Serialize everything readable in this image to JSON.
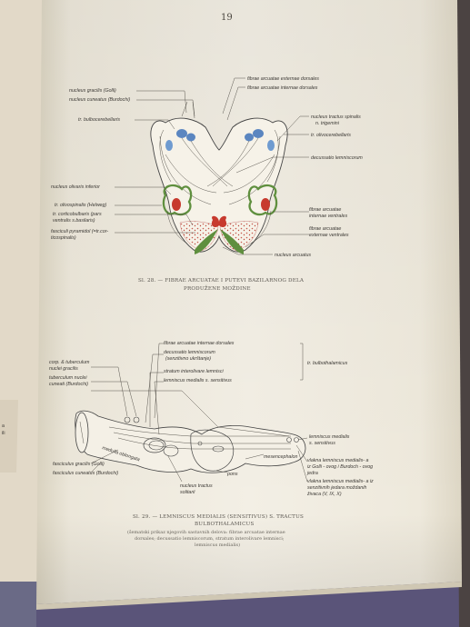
{
  "page_number": "19",
  "figure_top": {
    "labels": {
      "nucleus_gracilis": "nucleus gracilis (Golli)",
      "nucleus_cuneatus": "nucleus cuneatus (Burdochi)",
      "tr_bulbocerebellaris": "tr. bulbocerebellaris",
      "nucleus_olivaris_inferior": "nucleus olivaris inferior",
      "tr_olivospinalis": "tr. olivospinalis (Helweg)",
      "tr_corticobulbaris_1": "tr. corticobulbaris (pars",
      "tr_corticobulbaris_2": "ventralis s.basilaris)",
      "fasciculi_pyramidal_1": "fasciculi pyramidol (=tr.cor-",
      "fasciculi_pyramidal_2": "ticospinalis)",
      "fibrae_ext_dorsales": "fibrae arcuatae externae dorsales",
      "fibrae_int_dorsales": "fibrae arcuatae internae dorsales",
      "nucleus_tractus_spinalis_1": "nucleus tractus spinalis",
      "nucleus_tractus_spinalis_2": "n. trigemini",
      "tr_olivocerebellaris": "tr. olivocerebellaris",
      "decussatio_lemniscorum": "decussatio lemniscorum",
      "fibrae_int_ventrales_1": "fibrae arcuatae",
      "fibrae_int_ventrales_2": "internae ventrales",
      "fibrae_ext_ventrales_1": "fibrae arcuatae",
      "fibrae_ext_ventrales_2": "externae ventrales",
      "nucleus_arcuatus": "nucleus arcuatus"
    },
    "caption_line1": "Sl. 28. — FIBRAE ARCUATAE I PUTEVI BAZILARNOG DELA",
    "caption_line2": "PRODUŽENE MOŽDINE"
  },
  "figure_bottom": {
    "labels": {
      "fibrae_int_dorsales": "fibrae arcuatae internae dorsales",
      "decussatio_1": "decussatio lemniscorum",
      "decussatio_2": "(senzitivno ukrštanje)",
      "stratum": "stratum interolivare lemnisci",
      "lemniscus_medialis": "lemniscus medialis s. sensitivus",
      "tr_bulbothalamicus": "tr. bulbothalamicus",
      "corp_1": "corp. & tuberculum",
      "corp_2": "nuclei gracilis",
      "tuberculum_1": "tuberculum nuclei",
      "tuberculum_2": "cuneati (Burdochi)",
      "medulla_oblongata": "medulla oblongata",
      "fasciculus_gracilis": "fasciculus gracilis (Golli)",
      "fasciculus_cuneatus": "fasciculus cuneatus (Burdochi)",
      "pons": "pons",
      "nucleus_tractus_1": "nucleus tractus",
      "nucleus_tractus_2": "solitarii",
      "mesencephalon": "mesencephalon",
      "lemniscus_medialis_right_1": "lemniscus medialis",
      "lemniscus_medialis_right_2": "s. sensitivus",
      "vlakna_1": "vlakna lemniscus medialis- a",
      "vlakna_2": "iz Golli - ovog i Burdoch - ovog",
      "vlakna_3": "jedra",
      "vlakna_4": "vlakna lemniscus medialis- a iz",
      "vlakna_5": "senzitivnih jedara moždanih",
      "vlakna_6": "živaca (V, IX, X)"
    },
    "caption_line1": "Sl. 29. — LEMNISCUS MEDIALIS (SENSITIVUS) S. TRACTUS",
    "caption_line2": "BULBOTHALAMICUS",
    "caption_line3": "(šematski prikaz njegovih sastavnih delova: fibrae arcuatae internae",
    "caption_line4": "dorsales; decussatio lemniscorum, stratum interolivare lemnisci;",
    "caption_line5": "lemniscus medialis)"
  },
  "colors": {
    "page": "#f1ede3",
    "blue_nucleus": "#5b86c0",
    "red_nucleus": "#c73a2e",
    "green_olive": "#5f8f3e"
  }
}
